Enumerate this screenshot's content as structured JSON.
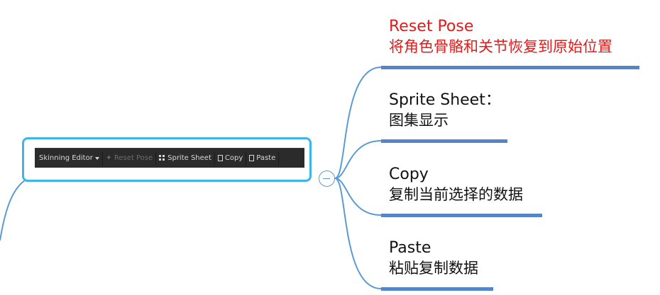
{
  "toolbar": {
    "skinning_editor": "Skinning Editor",
    "reset_pose": "Reset Pose",
    "sprite_sheet": "Sprite Sheet",
    "copy": "Copy",
    "paste": "Paste"
  },
  "branches": [
    {
      "title": "Reset Pose",
      "desc": "将角色骨骼和关节恢复到原始位置",
      "color": "#e31a1a"
    },
    {
      "title": "Sprite Sheet：",
      "desc": "图集显示",
      "color": "#111111"
    },
    {
      "title": "Copy",
      "desc": "复制当前选择的数据",
      "color": "#111111"
    },
    {
      "title": "Paste",
      "desc": "粘贴复制数据",
      "color": "#111111"
    }
  ],
  "colors": {
    "accent": "#3cb5e9",
    "connector": "#5b9bd5",
    "underline": "#5585c9",
    "toolbar_bg": "#2b2b2b"
  }
}
